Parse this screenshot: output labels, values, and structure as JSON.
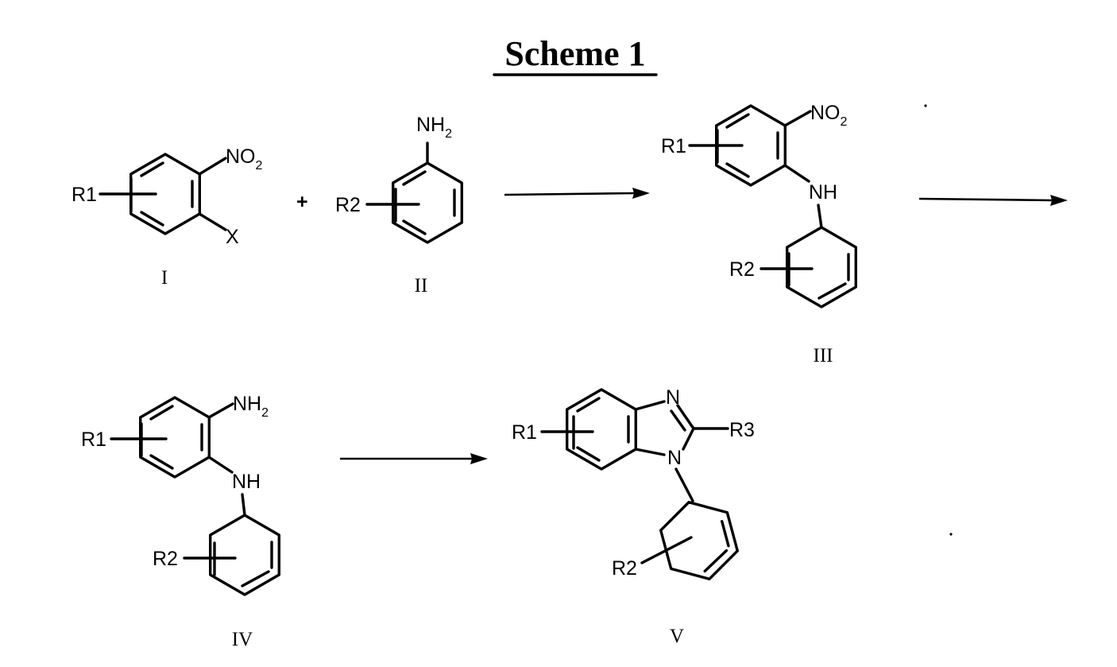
{
  "title": "Scheme 1",
  "compounds": {
    "I": {
      "label": "I",
      "substituents": {
        "r1": "R1",
        "no2": "NO",
        "no2_sub": "2",
        "x": "X"
      }
    },
    "II": {
      "label": "II",
      "substituents": {
        "nh2": "NH",
        "nh2_sub": "2",
        "r2": "R2"
      }
    },
    "III": {
      "label": "III",
      "substituents": {
        "r1": "R1",
        "no2": "NO",
        "no2_sub": "2",
        "nh": "NH",
        "r2": "R2"
      }
    },
    "IV": {
      "label": "IV",
      "substituents": {
        "r1": "R1",
        "nh2": "NH",
        "nh2_sub": "2",
        "nh": "NH",
        "r2": "R2"
      }
    },
    "V": {
      "label": "V",
      "substituents": {
        "r1": "R1",
        "n": "N",
        "r3": "R3",
        "n1": "N",
        "r2": "R2"
      }
    }
  },
  "plus_sign": "+",
  "arrows": [
    "step-1",
    "step-2",
    "step-3"
  ],
  "colors": {
    "ink": "#000000",
    "background": "#ffffff"
  }
}
